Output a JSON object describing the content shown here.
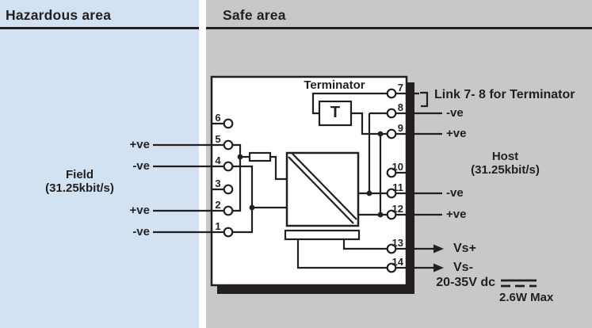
{
  "colors": {
    "ink": "#231f20",
    "panel-hazard": "#d3e2f2",
    "panel-safe": "#c7c8ca",
    "paper": "#ffffff"
  },
  "header": {
    "hazardous": "Hazardous area",
    "safe": "Safe area"
  },
  "field_side": {
    "title": "Field",
    "rate": "(31.25kbit/s)",
    "t5": "+ve",
    "t4": "-ve",
    "t2": "+ve",
    "t1": "-ve"
  },
  "host_side": {
    "title": "Host",
    "rate": "(31.25kbit/s)",
    "t8": "-ve",
    "t9": "+ve",
    "t11": "-ve",
    "t12": "+ve"
  },
  "device": {
    "terminator_label": "Terminator",
    "t_symbol": "T",
    "link_note": "Link 7- 8 for Terminator"
  },
  "power": {
    "t13": "Vs+",
    "t14": "Vs-",
    "supply": "20-35V dc",
    "max": "2.6W Max"
  },
  "terminals": {
    "left": [
      "6",
      "5",
      "4",
      "3",
      "2",
      "1"
    ],
    "right": [
      "7",
      "8",
      "9",
      "10",
      "11",
      "12",
      "13",
      "14"
    ]
  }
}
